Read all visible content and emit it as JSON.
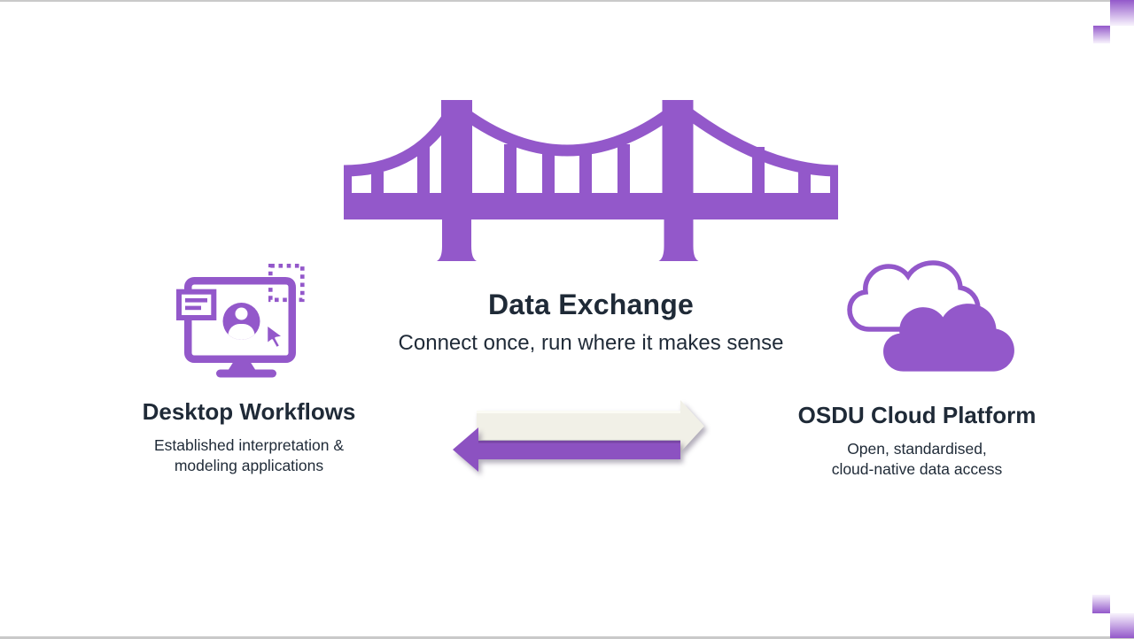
{
  "slide": {
    "title": "Data Exchange",
    "subtitle": "Connect once, run where it makes sense"
  },
  "left_column": {
    "heading": "Desktop Workflows",
    "description_line1": "Established interpretation &",
    "description_line2": "modeling applications",
    "icon": "desktop-user-workflow-icon"
  },
  "right_column": {
    "heading": "OSDU Cloud Platform",
    "description_line1": "Open, standardised,",
    "description_line2": "cloud-native data access",
    "icon": "cloud-icon"
  },
  "center_graphics": {
    "bridge_icon": "suspension-bridge-icon",
    "arrow_right": "cream-right-arrow",
    "arrow_left": "purple-left-arrow"
  },
  "decor": {
    "corner_accents": "purple-gradient-squares",
    "top_border": "thin-gray-line",
    "bottom_border": "thin-gray-line"
  },
  "colors": {
    "accent_purple": "#9358CA",
    "arrow_purple": "#8C52C1",
    "cream": "#F1F0E7",
    "cream_highlight": "#FBFBF4",
    "ink": "#1F2A37",
    "line_gray": "#C9C9C9",
    "grad_light": "#F4EDFB"
  }
}
